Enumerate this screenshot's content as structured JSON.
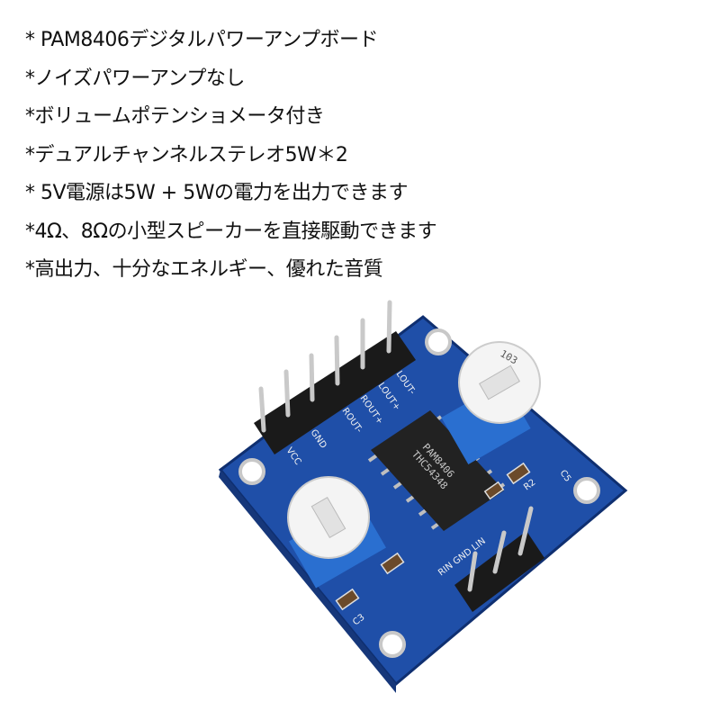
{
  "features": [
    "* PAM8406デジタルパワーアンプボード",
    "*ノイズパワーアンプなし",
    "*ボリュームポテンショメータ付き",
    "*デュアルチャンネルステレオ5W＊2",
    "* 5V電源は5W + 5Wの電力を出力できます",
    "*4Ω、8Ωの小型スピーカーを直接駆動できます",
    "*高出力、十分なエネルギー、優れた音質"
  ],
  "board": {
    "chip_line1": "PAM8406",
    "chip_line2": "THC54348",
    "pot_label": "103",
    "silk": {
      "lout_minus": "LOUT-",
      "lout_plus": "LOUT+",
      "rout_plus": "ROUT+",
      "rout_minus": "ROUT-",
      "gnd": "GND",
      "vcc": "VCC",
      "input_header": "RIN GND LIN",
      "c3": "C3",
      "c5": "C5",
      "r2": "R2"
    },
    "colors": {
      "pcb": "#1f4fa8",
      "pot": "#2a6fd0",
      "header": "#1a1a1a"
    }
  }
}
